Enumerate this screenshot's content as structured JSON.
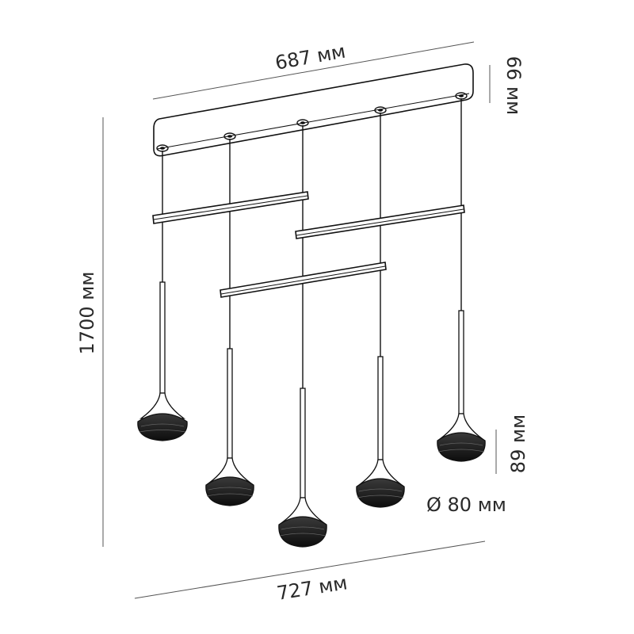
{
  "dimensions": {
    "top_width": "687 мм",
    "canopy_height": "66 мм",
    "total_height": "1700 мм",
    "shade_height": "89 мм",
    "shade_diameter": "Ø 80 мм",
    "bottom_width": "727 мм"
  },
  "pendant_count": 5,
  "colors": {
    "outline": "#111111",
    "dimension_line": "#555555",
    "text": "#2a2a2a",
    "shade_dark": "#151515"
  }
}
